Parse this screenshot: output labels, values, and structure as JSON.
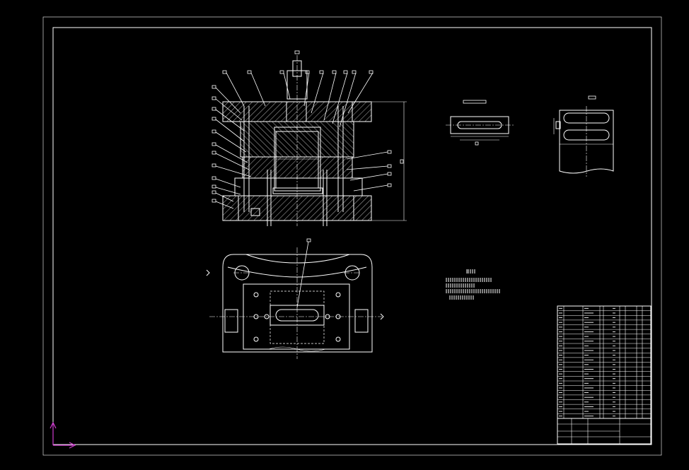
{
  "drawing": {
    "background": "#000000",
    "line_color": "#ffffff",
    "ucs_color": "#d03cd0",
    "views": [
      "main-section-view",
      "plan-view",
      "part-view-top",
      "part-view-side"
    ],
    "title_block": {
      "row_count": 24
    },
    "ucs_icon": "ucs-axis-icon"
  }
}
